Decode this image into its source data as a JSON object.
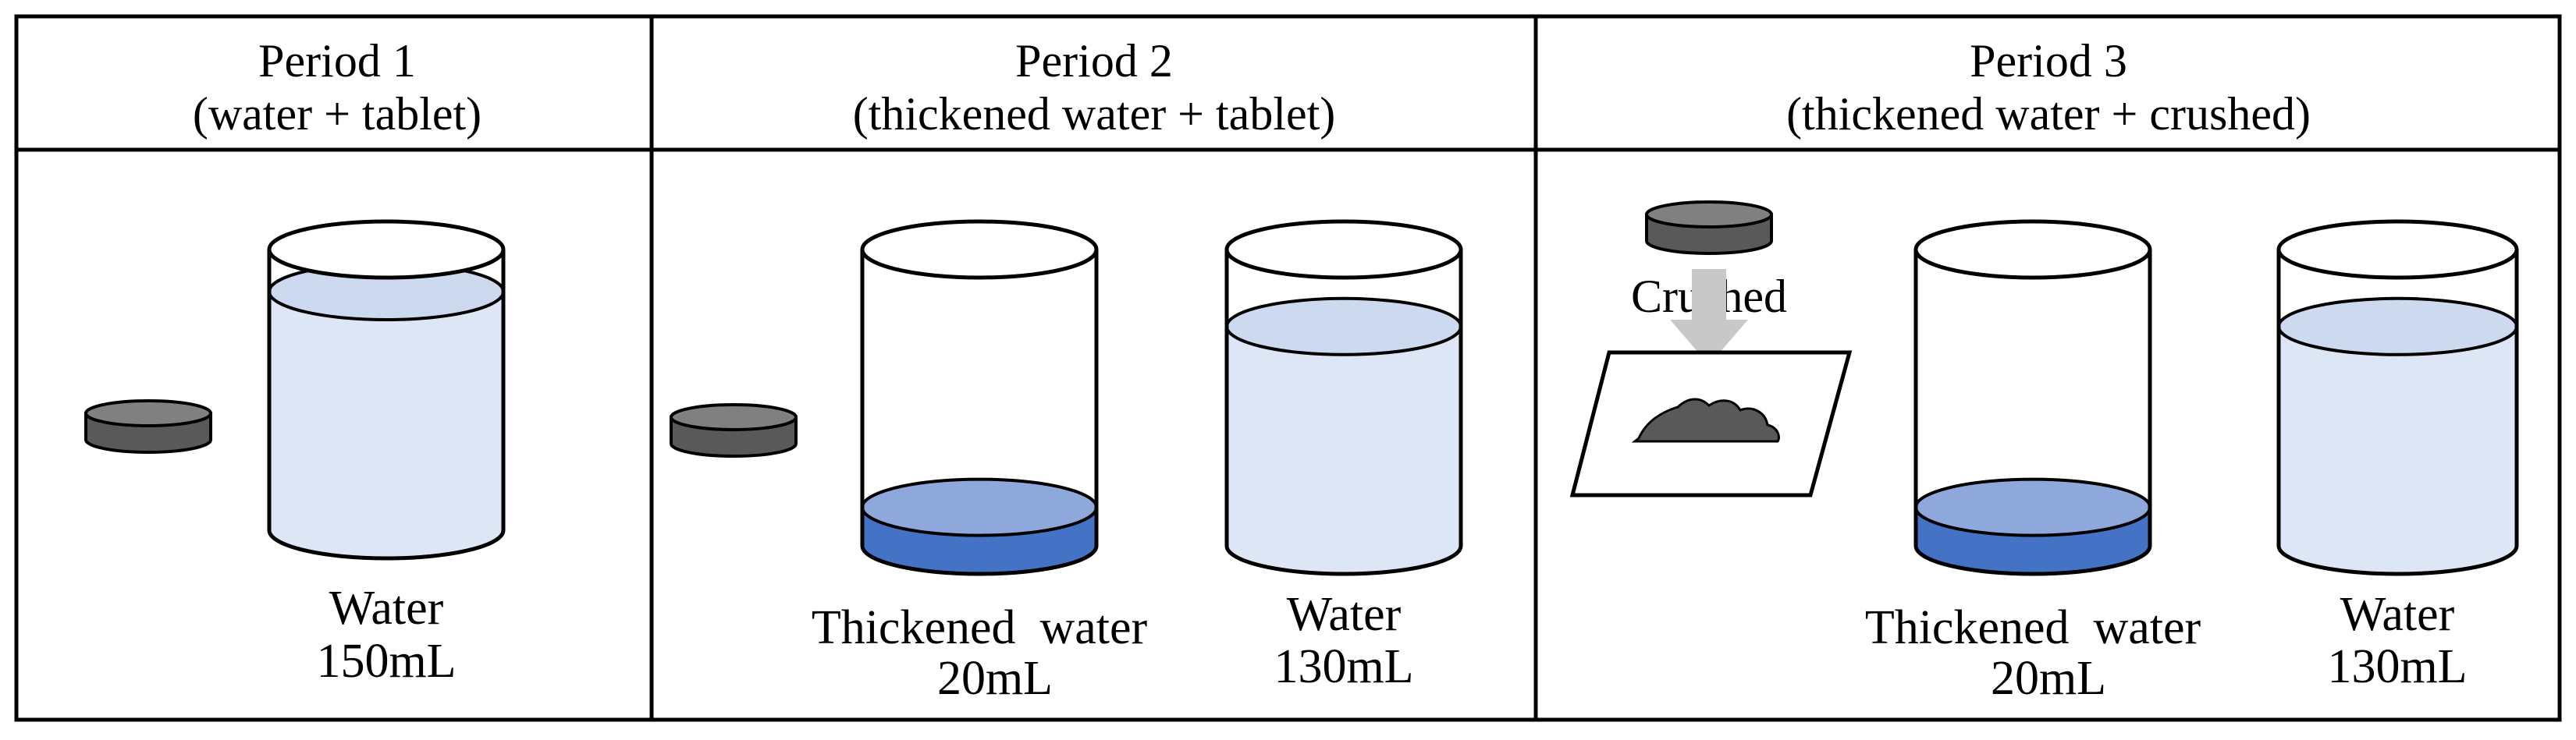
{
  "colors": {
    "frame": "#000000",
    "water_fill": "#dde6f5",
    "water_top": "#cdd9ef",
    "thickened_fill": "#4472c4",
    "thickened_top": "#8fa8dc",
    "tablet_top": "#808080",
    "tablet_side": "#595959",
    "arrow": "#c8c8c8",
    "crushed": "#595959"
  },
  "periods": [
    {
      "title": "Period 1",
      "subtitle": "(water + tablet)",
      "items": [
        {
          "kind": "tablet",
          "label1": "",
          "label2": ""
        },
        {
          "kind": "water-beaker",
          "level": 0.85,
          "label1": "Water",
          "label2": "150mL"
        }
      ]
    },
    {
      "title": "Period 2",
      "subtitle": "(thickened water + tablet)",
      "items": [
        {
          "kind": "tablet",
          "label1": "",
          "label2": ""
        },
        {
          "kind": "thickened-beaker",
          "level": 0.13,
          "label1": "Thickened  water",
          "label2": "20mL"
        },
        {
          "kind": "water-beaker",
          "level": 0.74,
          "label1": "Water",
          "label2": "130mL"
        }
      ]
    },
    {
      "title": "Period 3",
      "subtitle": "(thickened water + crushed)",
      "crushed_label": "Crushed",
      "items": [
        {
          "kind": "crushed",
          "label1": "",
          "label2": ""
        },
        {
          "kind": "thickened-beaker",
          "level": 0.13,
          "label1": "Thickened  water",
          "label2": "20mL"
        },
        {
          "kind": "water-beaker",
          "level": 0.74,
          "label1": "Water",
          "label2": "130mL"
        }
      ]
    }
  ]
}
